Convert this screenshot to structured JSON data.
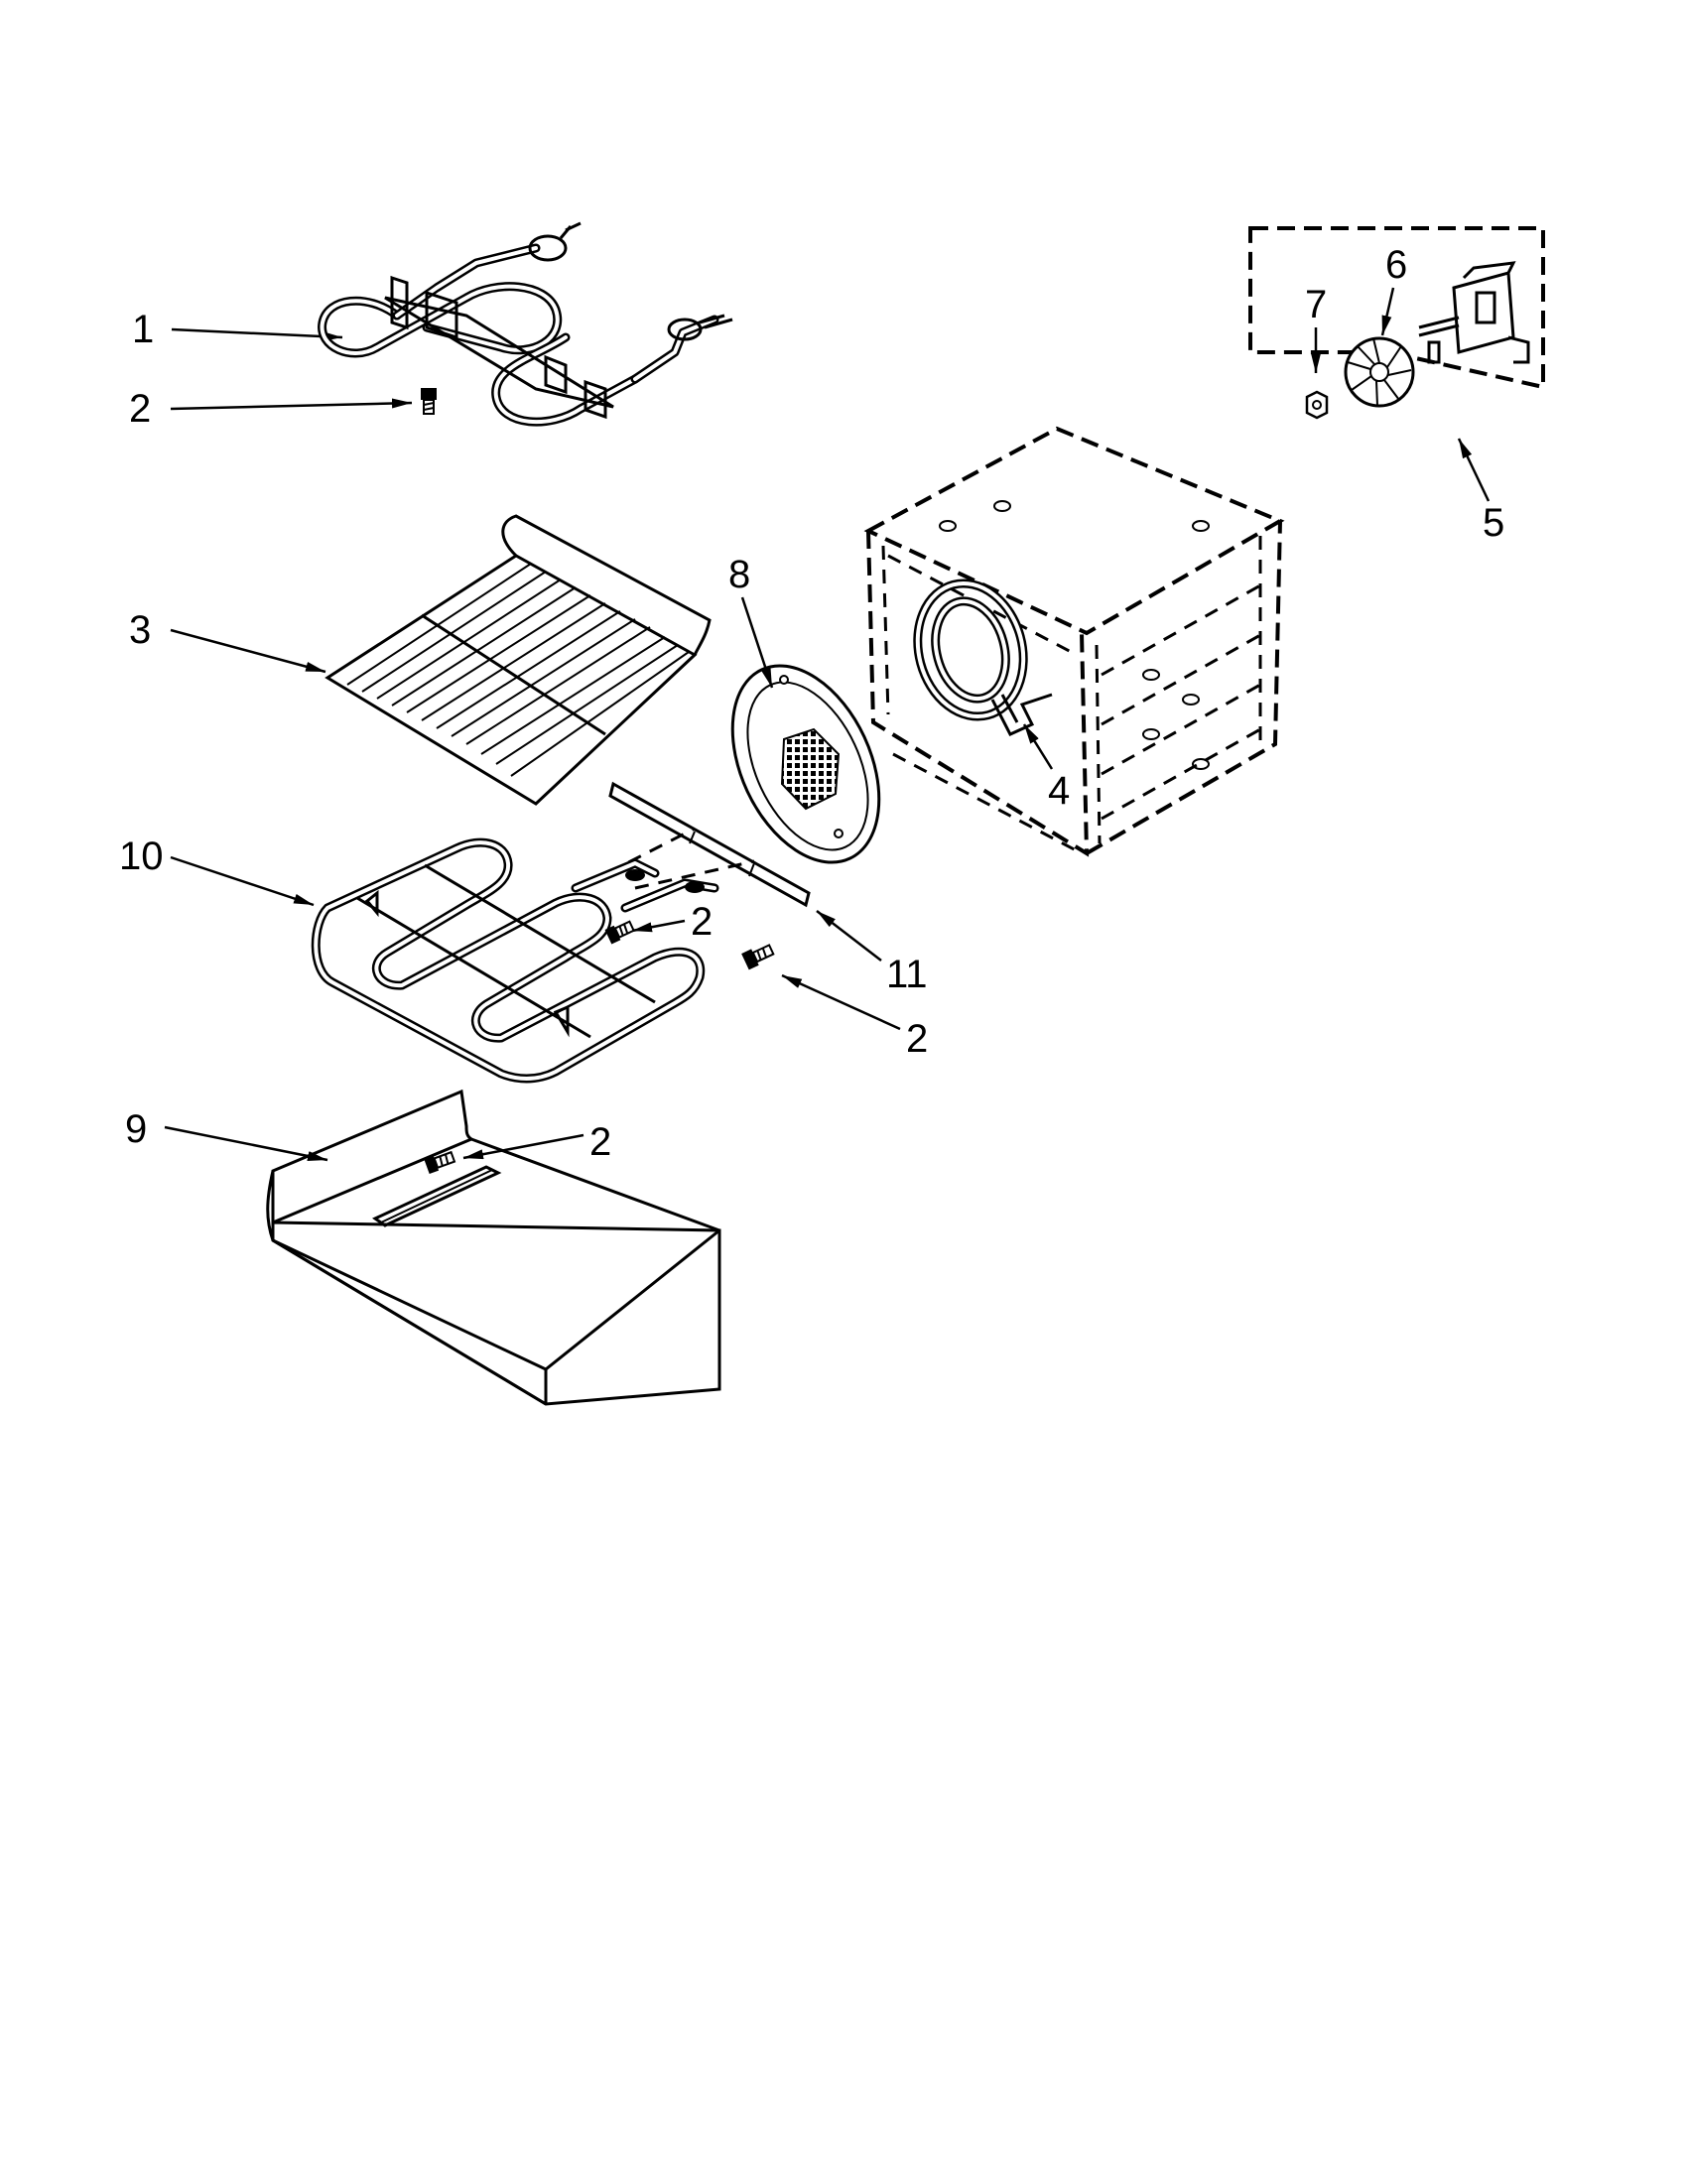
{
  "callouts": [
    {
      "id": "c1",
      "label": "1"
    },
    {
      "id": "c2a",
      "label": "2"
    },
    {
      "id": "c3",
      "label": "3"
    },
    {
      "id": "c8",
      "label": "8"
    },
    {
      "id": "c10",
      "label": "10"
    },
    {
      "id": "c2b",
      "label": "2"
    },
    {
      "id": "c11",
      "label": "11"
    },
    {
      "id": "c2c",
      "label": "2"
    },
    {
      "id": "c9",
      "label": "9"
    },
    {
      "id": "c2d",
      "label": "2"
    },
    {
      "id": "c4",
      "label": "4"
    },
    {
      "id": "c5",
      "label": "5"
    },
    {
      "id": "c6",
      "label": "6"
    },
    {
      "id": "c7",
      "label": "7"
    }
  ],
  "parts": {
    "broil_element": {
      "icon": "broil-element-icon"
    },
    "screw": {
      "icon": "screw-icon"
    },
    "oven_rack": {
      "icon": "oven-rack-icon"
    },
    "fan_cover": {
      "icon": "fan-cover-icon"
    },
    "bake_element": {
      "icon": "bake-element-icon"
    },
    "element_bracket": {
      "icon": "bracket-icon"
    },
    "bottom_tray": {
      "icon": "tray-icon"
    },
    "oven_cavity": {
      "icon": "oven-cavity-icon"
    },
    "convection_element": {
      "icon": "convection-element-icon"
    },
    "fan_motor_assembly": {
      "icon": "fan-motor-assembly-icon"
    },
    "fan_blade": {
      "icon": "fan-blade-icon"
    },
    "nut": {
      "icon": "nut-icon"
    }
  }
}
